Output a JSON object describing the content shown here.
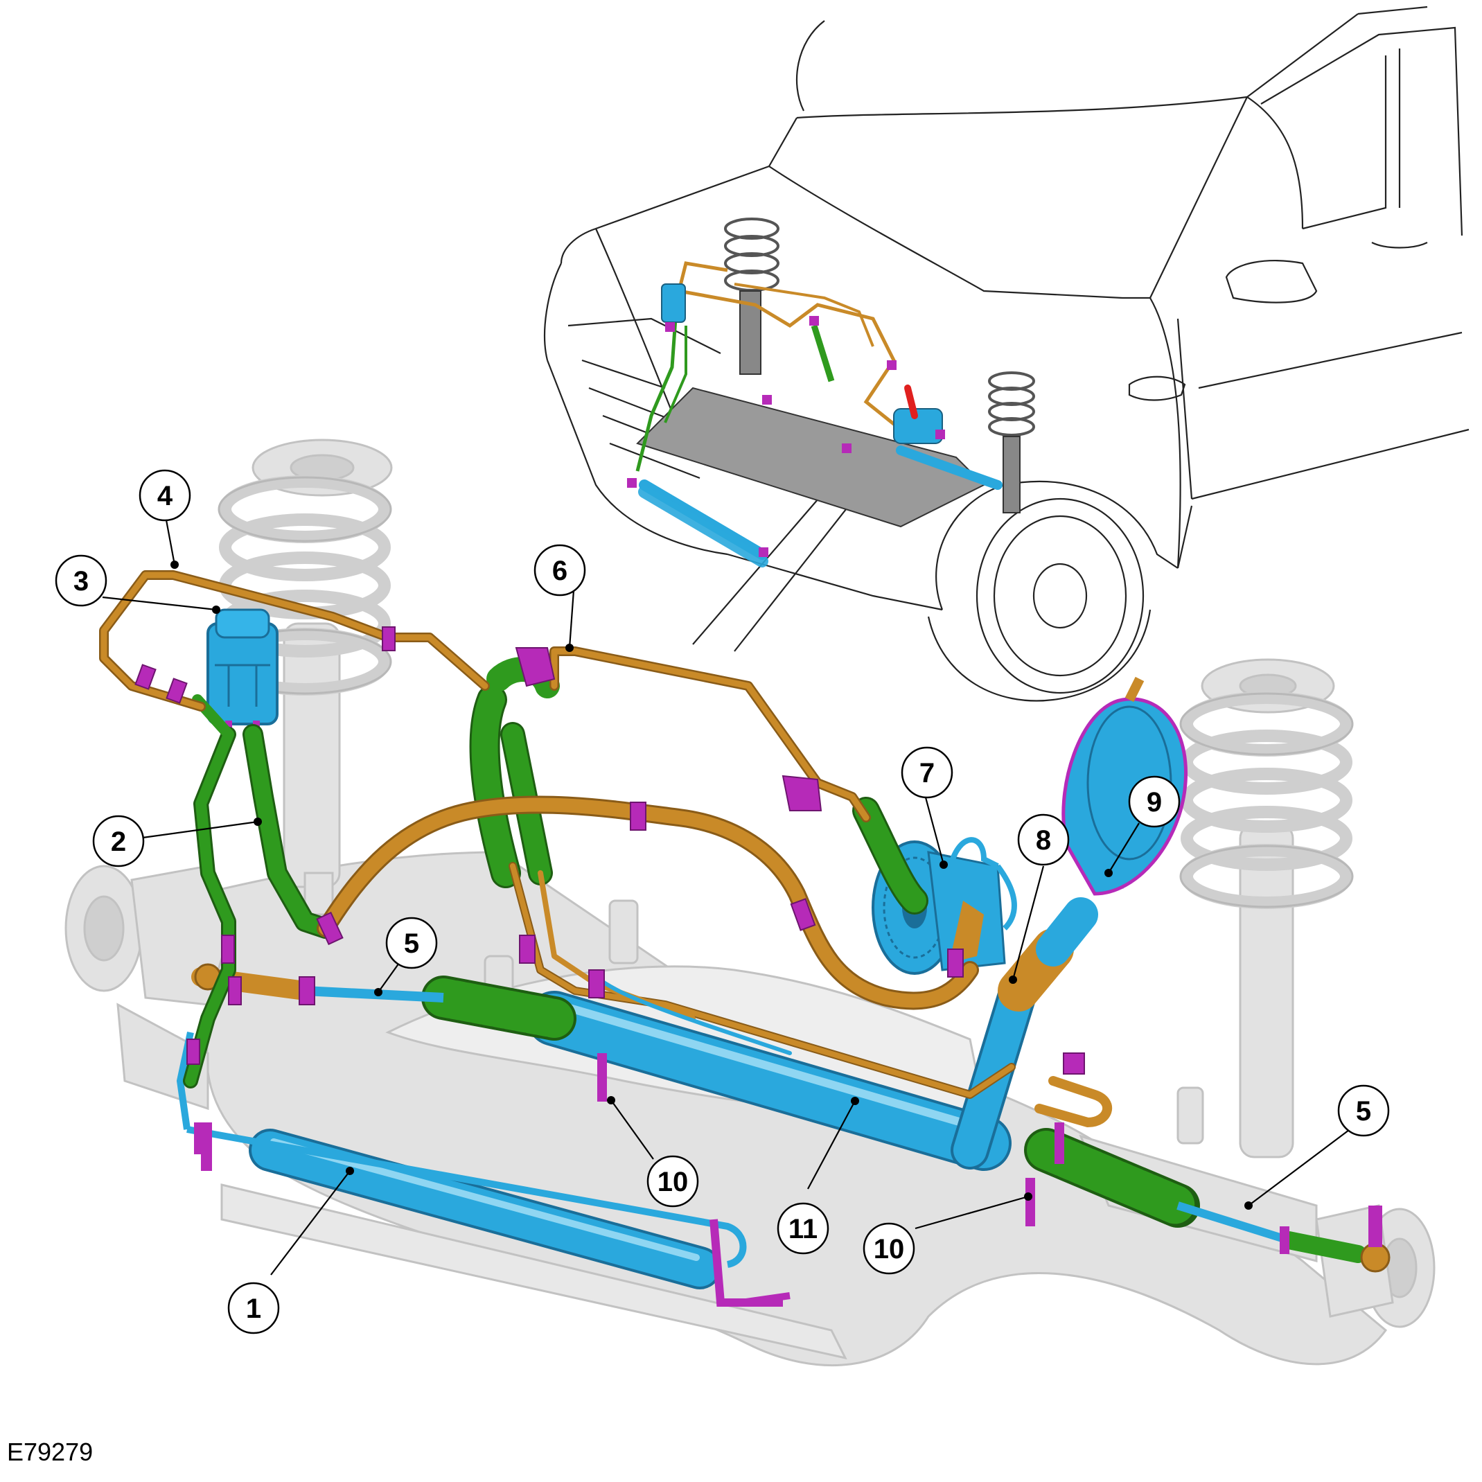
{
  "figure": {
    "reference_code": "E79279"
  },
  "colors": {
    "pressure_line": "#c98a28",
    "return_line": "#2f9a1e",
    "component_blue": "#2aa8dd",
    "clip_purple": "#b62ab8",
    "ghost_gray": "#d9d9d9",
    "outline": "#222222"
  },
  "callouts": [
    {
      "id": "c4",
      "label": "4"
    },
    {
      "id": "c3",
      "label": "3"
    },
    {
      "id": "c6",
      "label": "6"
    },
    {
      "id": "c7",
      "label": "7"
    },
    {
      "id": "c8",
      "label": "8"
    },
    {
      "id": "c9",
      "label": "9"
    },
    {
      "id": "c2",
      "label": "2"
    },
    {
      "id": "c5a",
      "label": "5"
    },
    {
      "id": "c5b",
      "label": "5"
    },
    {
      "id": "c10a",
      "label": "10"
    },
    {
      "id": "c11",
      "label": "11"
    },
    {
      "id": "c10b",
      "label": "10"
    },
    {
      "id": "c1",
      "label": "1"
    }
  ]
}
